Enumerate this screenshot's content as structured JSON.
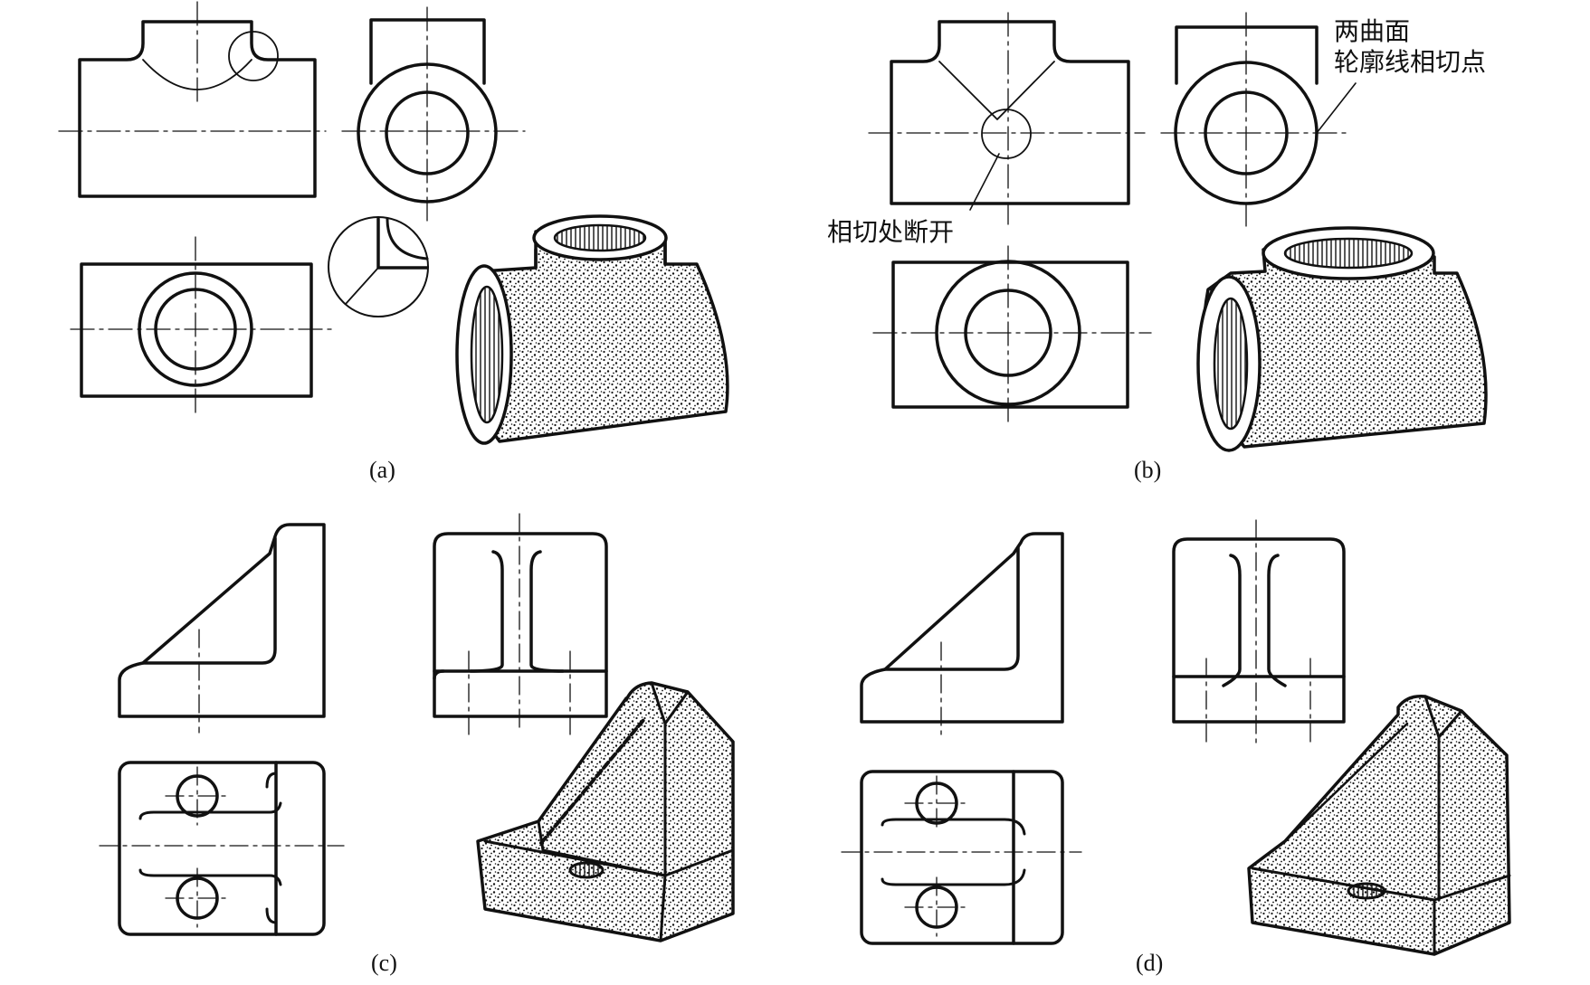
{
  "captions": {
    "a": "(a)",
    "b": "(b)",
    "c": "(c)",
    "d": "(d)"
  },
  "annotations": {
    "tangent_points_line1": "两曲面",
    "tangent_points_line2": "轮廓线相切点",
    "tangent_break": "相切处断开"
  },
  "colors": {
    "ink": "#111111",
    "background": "#ffffff"
  }
}
